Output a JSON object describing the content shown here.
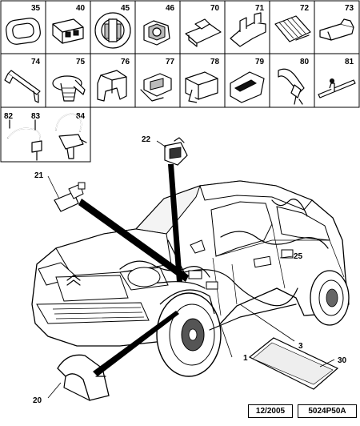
{
  "parts_grid": {
    "row1": [
      "35",
      "40",
      "45",
      "46",
      "70",
      "71",
      "72",
      "73"
    ],
    "row2": [
      "74",
      "75",
      "76",
      "77",
      "78",
      "79",
      "80",
      "81"
    ],
    "row3": [
      "82",
      "83",
      "84"
    ]
  },
  "callouts": {
    "c20": "20",
    "c21": "21",
    "c22": "22",
    "c25": "25",
    "c1": "1",
    "c3": "3",
    "c30": "30"
  },
  "footer": {
    "date": "12/2005",
    "reference": "5024P50A"
  }
}
